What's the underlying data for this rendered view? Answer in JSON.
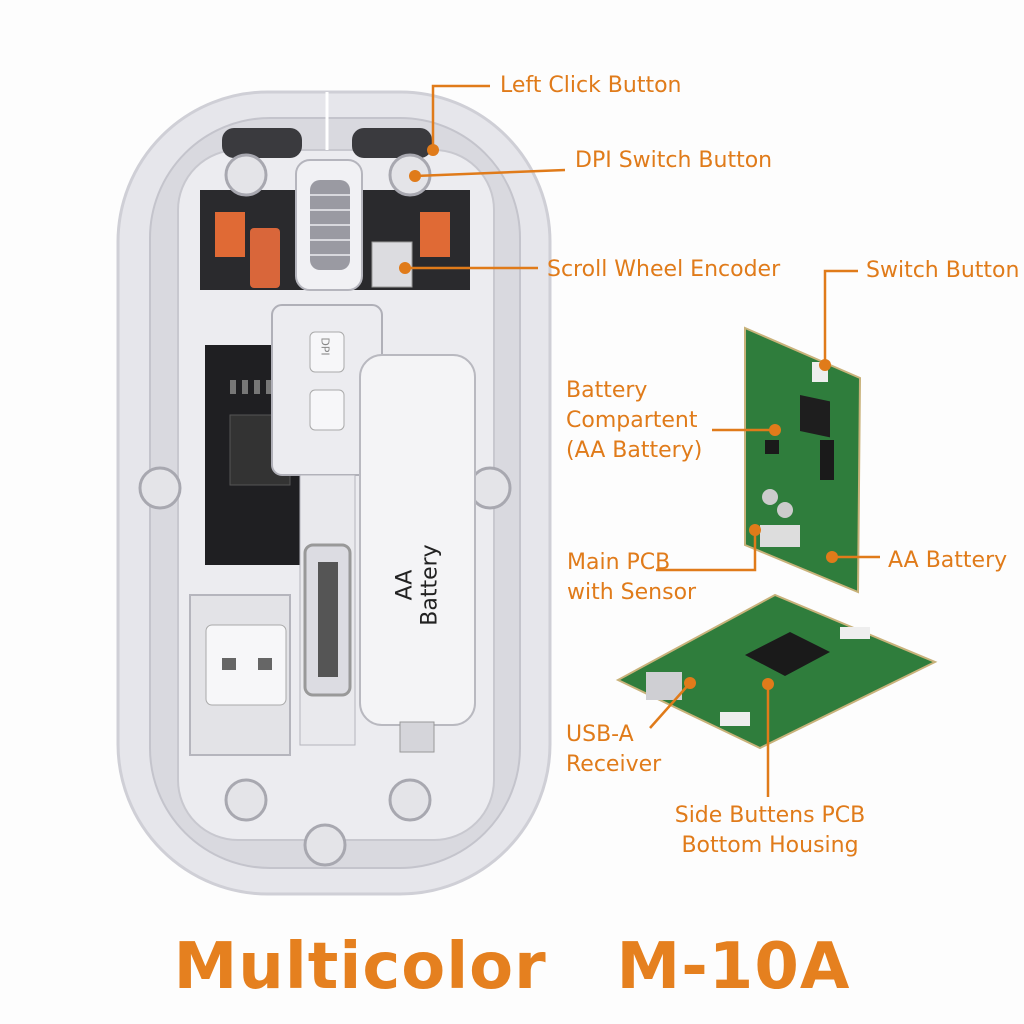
{
  "colors": {
    "accent": "#e07b1a",
    "pcb": "#2f7d3c",
    "shell": "#e9e9ee"
  },
  "labels": {
    "left_click": "Left Click Button",
    "dpi_switch": "DPI Switch Button",
    "scroll_encoder": "Scroll Wheel Encoder",
    "switch_button": "Switch Button",
    "battery_compartment": [
      "Battery",
      "Compartent",
      "(AA Battery)"
    ],
    "main_pcb": [
      "Main PCB",
      "with Sensor"
    ],
    "aa_battery": "AA Battery",
    "usb_receiver": [
      "USB-A",
      "Receiver"
    ],
    "side_buttons": [
      "Side Buttens PCB",
      "Bottom Housing"
    ]
  },
  "device": {
    "battery_text": "AA Battery",
    "dpi_text": "DPI"
  },
  "title": "Multicolor   M-10A"
}
